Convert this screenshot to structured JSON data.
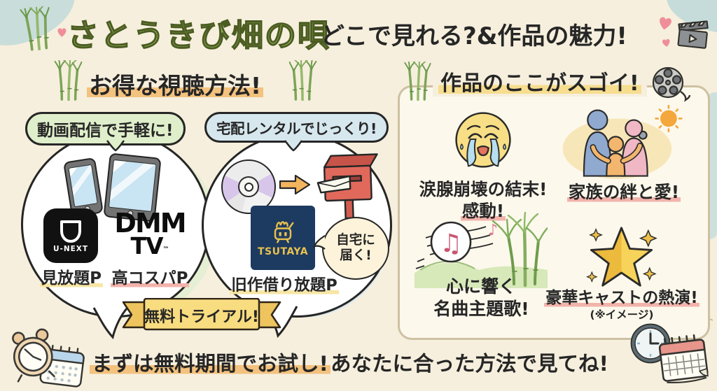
{
  "colors": {
    "background": "#f6efdd",
    "title_green": "#97b55c",
    "highlight_orange": "#f3c27e",
    "highlight_yellow": "#f6dd8f",
    "underline_pink": "#f2b3ab",
    "underline_yellow": "#f7e6a4",
    "pill_green": "#e0efcb",
    "pill_blue": "#d6e7ee",
    "ribbon_yellow": "#f8dc80",
    "mailbox_red": "#e0695c",
    "tsutaya_navy": "#1d3a60",
    "tsutaya_gold": "#e7c14f",
    "accent_teal": "#b9d7da"
  },
  "icons": {
    "note_double": "♫",
    "note_single": "♪"
  },
  "header": {
    "title_main": "さとうきび畑の唄",
    "title_sub": "どこで見れる?&作品の魅力!"
  },
  "left": {
    "heading": "お得な視聴方法!",
    "streaming": {
      "label": "動画配信で手軽に!",
      "unext": {
        "logo": "U-NEXT",
        "tag": "見放題P"
      },
      "dmm": {
        "logo_line1": "DMM",
        "logo_line2": "TV",
        "tm": "™",
        "tag": "高コスパP"
      }
    },
    "rental": {
      "label": "宅配レンタルでじっくり!",
      "tsutaya": {
        "logo": "TSUTAYA",
        "tag": "旧作借り放題P"
      },
      "note_line1": "自宅に",
      "note_line2": "届く!"
    },
    "ribbon": "無料トライアル!"
  },
  "right": {
    "heading": "作品のここがスゴイ!",
    "features": [
      {
        "line1": "涙腺崩壊の結末!",
        "line2": "感動!"
      },
      {
        "line1": "家族の絆と愛!"
      },
      {
        "line1": "心に響く",
        "line2": "名曲主題歌!"
      },
      {
        "line1": "豪華キャストの熱演!",
        "note": "(※イメージ)"
      }
    ]
  },
  "footer": {
    "highlight": "まずは無料期間でお試し!",
    "rest": "あなたに合った方法で見てね!"
  }
}
